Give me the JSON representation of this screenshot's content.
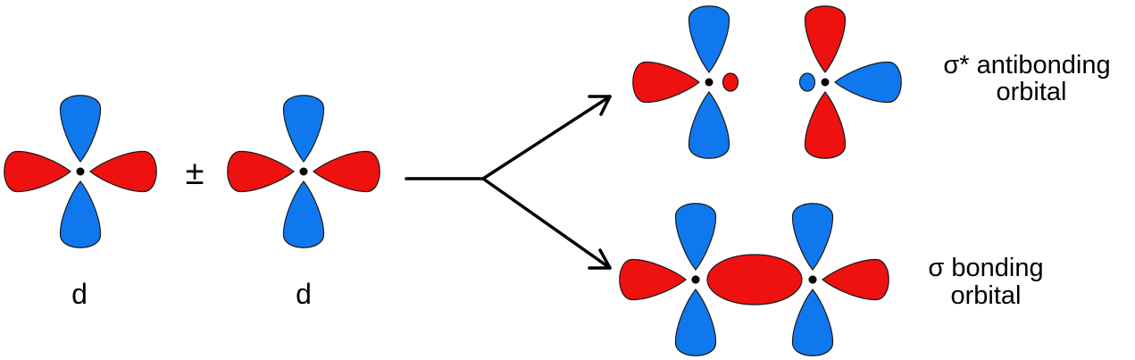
{
  "colors": {
    "positive_phase": "#EF1010",
    "negative_phase": "#1078EE",
    "outline": "#1a1a1a"
  },
  "left": {
    "orbital_1_label": "d",
    "operator": "±",
    "orbital_2_label": "d"
  },
  "products": {
    "antibonding_label_line1": "σ* antibonding",
    "antibonding_label_line2": "orbital",
    "bonding_label_line1": "σ bonding",
    "bonding_label_line2": "orbital"
  }
}
